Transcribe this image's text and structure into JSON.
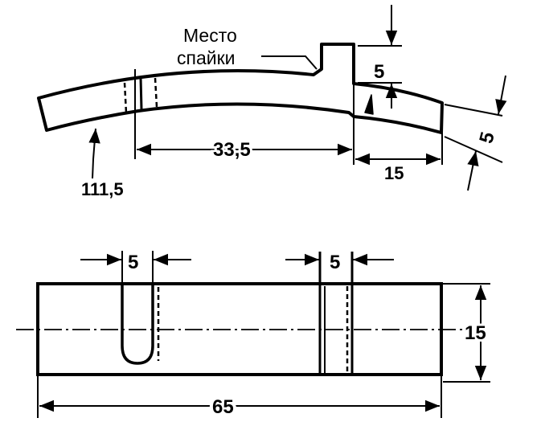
{
  "drawing": {
    "solder_label_line1": "Место",
    "solder_label_line2": "спайки",
    "dim_tab_height": "5",
    "dim_thickness": "5",
    "dim_radius": "111,5",
    "dim_arc_length": "33,5",
    "dim_end_length": "15",
    "dim_slot_width": "5",
    "dim_hole_width": "5",
    "dim_width": "15",
    "dim_total_length": "65"
  },
  "colors": {
    "line": "#000000",
    "background": "#ffffff"
  }
}
